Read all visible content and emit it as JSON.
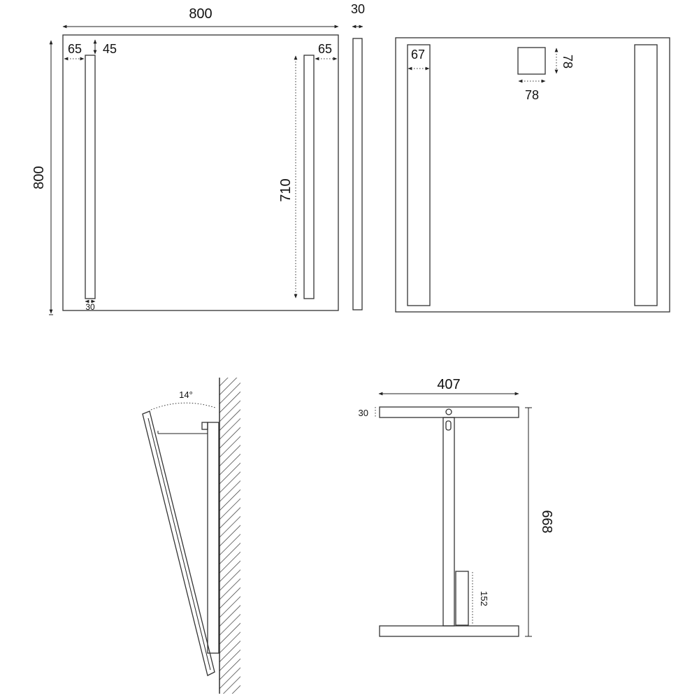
{
  "front_view": {
    "width_label": "800",
    "height_label": "800",
    "left_margin_label": "65",
    "top_margin_label": "45",
    "right_margin_label": "65",
    "strip_length_label": "710",
    "strip_width_label": "30"
  },
  "side_view": {
    "depth_label": "30"
  },
  "back_view": {
    "strip_width_label": "67",
    "box_width_label": "78",
    "box_height_label": "78"
  },
  "tilt_view": {
    "angle_label": "14°"
  },
  "bracket_view": {
    "width_label": "407",
    "bar_height_label": "30",
    "total_height_label": "668",
    "box_height_label": "152"
  }
}
